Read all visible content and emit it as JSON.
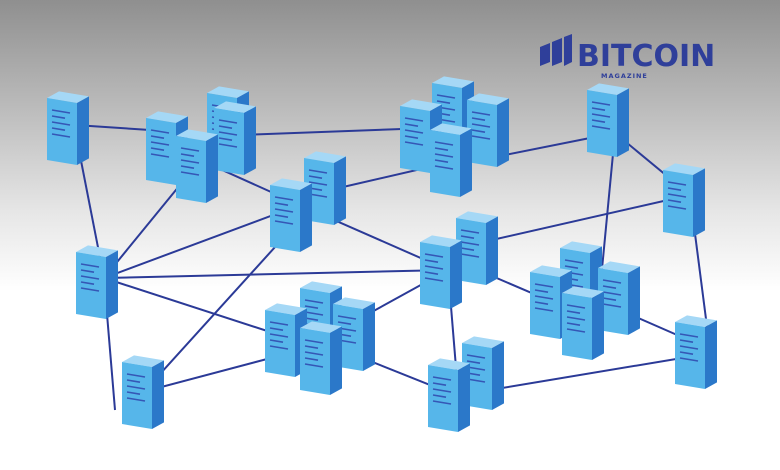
{
  "brand": {
    "name": "BITCOIN",
    "subtitle": "MAGAZINE",
    "color": "#2f3f9a",
    "icon": "bitcoin-magazine-logo-icon"
  },
  "illustration": {
    "subject": "server-network",
    "background_top": "#8f8f8f",
    "background_bottom": "#ffffff",
    "line_color": "#2b3a97",
    "server_front": "#56b6ea",
    "server_side": "#2b78c9",
    "server_top": "#a5d8f6",
    "server_vents": "#3557b6",
    "server_count": 28
  }
}
